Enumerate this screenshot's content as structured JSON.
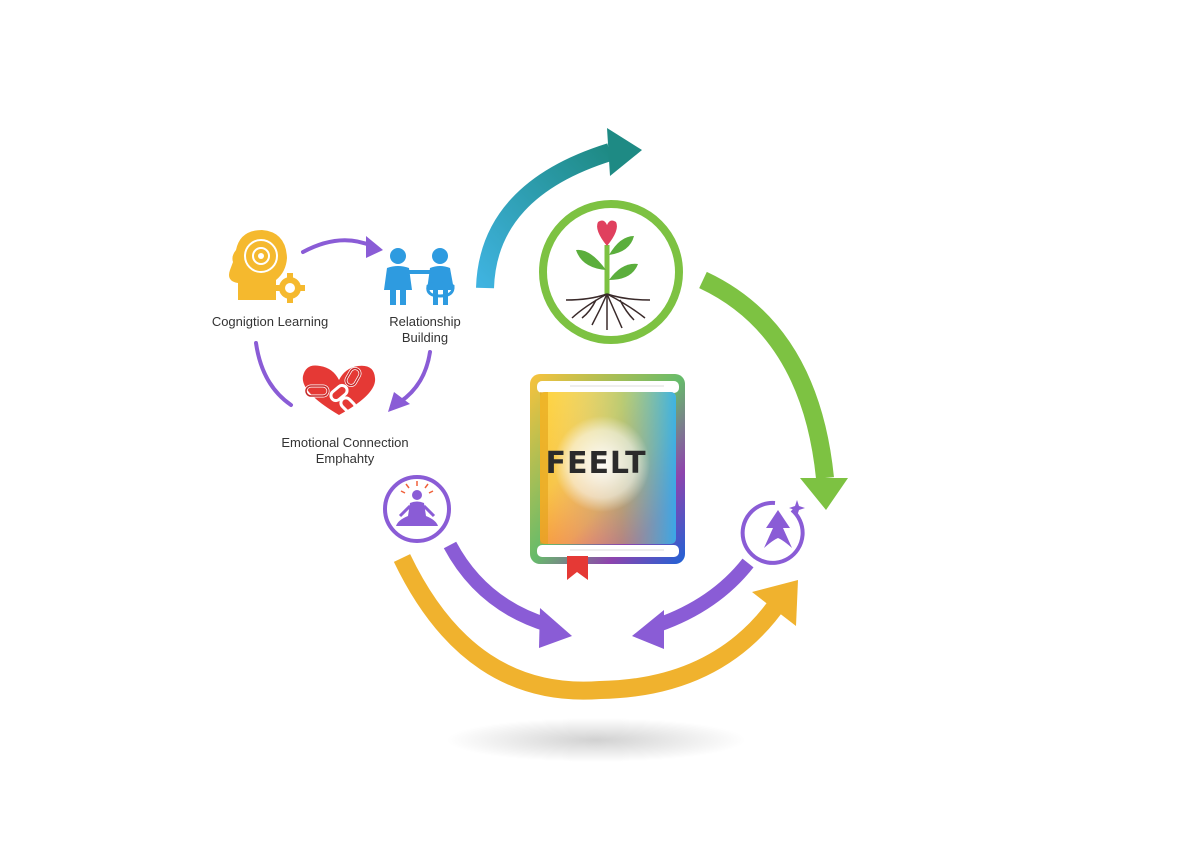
{
  "diagram": {
    "title": "FEELT",
    "left_cycle": {
      "nodes": [
        {
          "id": "cognition",
          "label": "Cognigtion Learning",
          "icon": "head-gear-icon",
          "color": "#F5B92E"
        },
        {
          "id": "relationship",
          "label_line1": "Relationship",
          "label_line2": "Building",
          "icon": "two-people-icon",
          "color": "#2E9BE0"
        },
        {
          "id": "emotional",
          "label_line1": "Emotional Connection",
          "label_line2": "Emphahty",
          "icon": "heart-chain-icon",
          "color": "#E53935"
        }
      ],
      "arrow_color": "#8A5CD6"
    },
    "main_cycle": {
      "center": {
        "label": "FEELT",
        "icon": "rainbow-book-icon",
        "bookmark_color": "#E53935"
      },
      "nodes": [
        {
          "id": "growth",
          "icon": "plant-roots-icon",
          "ring_color": "#7DC242"
        },
        {
          "id": "mindfulness",
          "icon": "meditation-icon",
          "ring_color": "#8A5CD6"
        },
        {
          "id": "progress",
          "icon": "up-arrow-sparkle-icon",
          "ring_color": "#8A5CD6"
        }
      ],
      "arrows": [
        {
          "id": "top-arrow",
          "color_start": "#3FB3E0",
          "color_end": "#1E8A84"
        },
        {
          "id": "right-arrow",
          "color": "#7DC242"
        },
        {
          "id": "bottom-arrow",
          "color": "#F0B22E"
        },
        {
          "id": "purple-left-arrow",
          "color": "#8A5CD6"
        },
        {
          "id": "purple-right-arrow",
          "color": "#8A5CD6"
        }
      ]
    }
  }
}
